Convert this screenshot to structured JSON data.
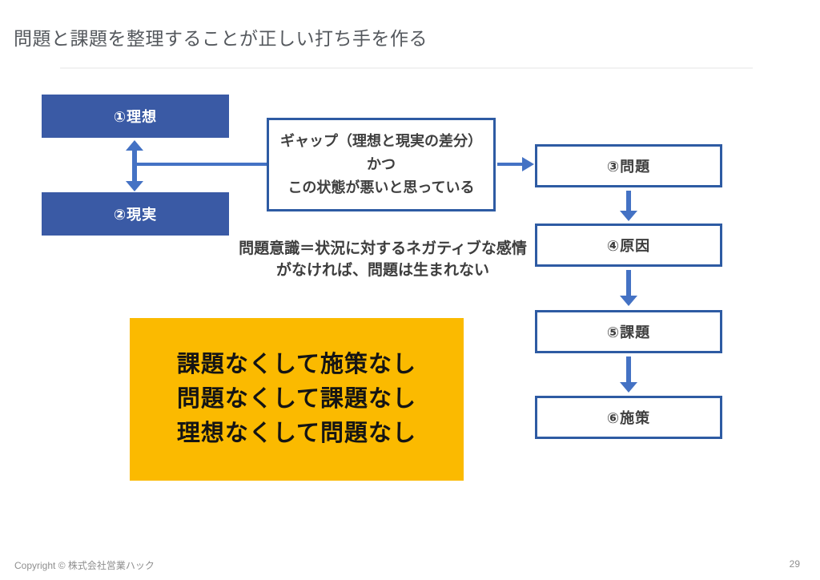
{
  "slide": {
    "title": "問題と課題を整理することが正しい打ち手を作る",
    "footer": {
      "copyright": "Copyright © 株式会社営業ハック",
      "page_number": "29"
    }
  },
  "diagram": {
    "ideal_box_label": "①理想",
    "reality_box_label": "②現実",
    "gap_box": {
      "line1": "ギャップ（理想と現実の差分）",
      "line2": "かつ",
      "line3": "この状態が悪いと思っている"
    },
    "flow_boxes": [
      {
        "label": "③問題"
      },
      {
        "label": "④原因"
      },
      {
        "label": "⑤課題"
      },
      {
        "label": "⑥施策"
      }
    ],
    "awareness_note": {
      "line1": "問題意識＝状況に対するネガティブな感情",
      "line2": "がなければ、問題は生まれない"
    },
    "highlight_box": {
      "line1": "課題なくして施策なし",
      "line2": "問題なくして課題なし",
      "line3": "理想なくして問題なし"
    }
  },
  "colors": {
    "primary_fill": "#3a5aa5",
    "outline": "#2e5ba3",
    "arrow": "#4472c4",
    "highlight": "#fbba00"
  }
}
